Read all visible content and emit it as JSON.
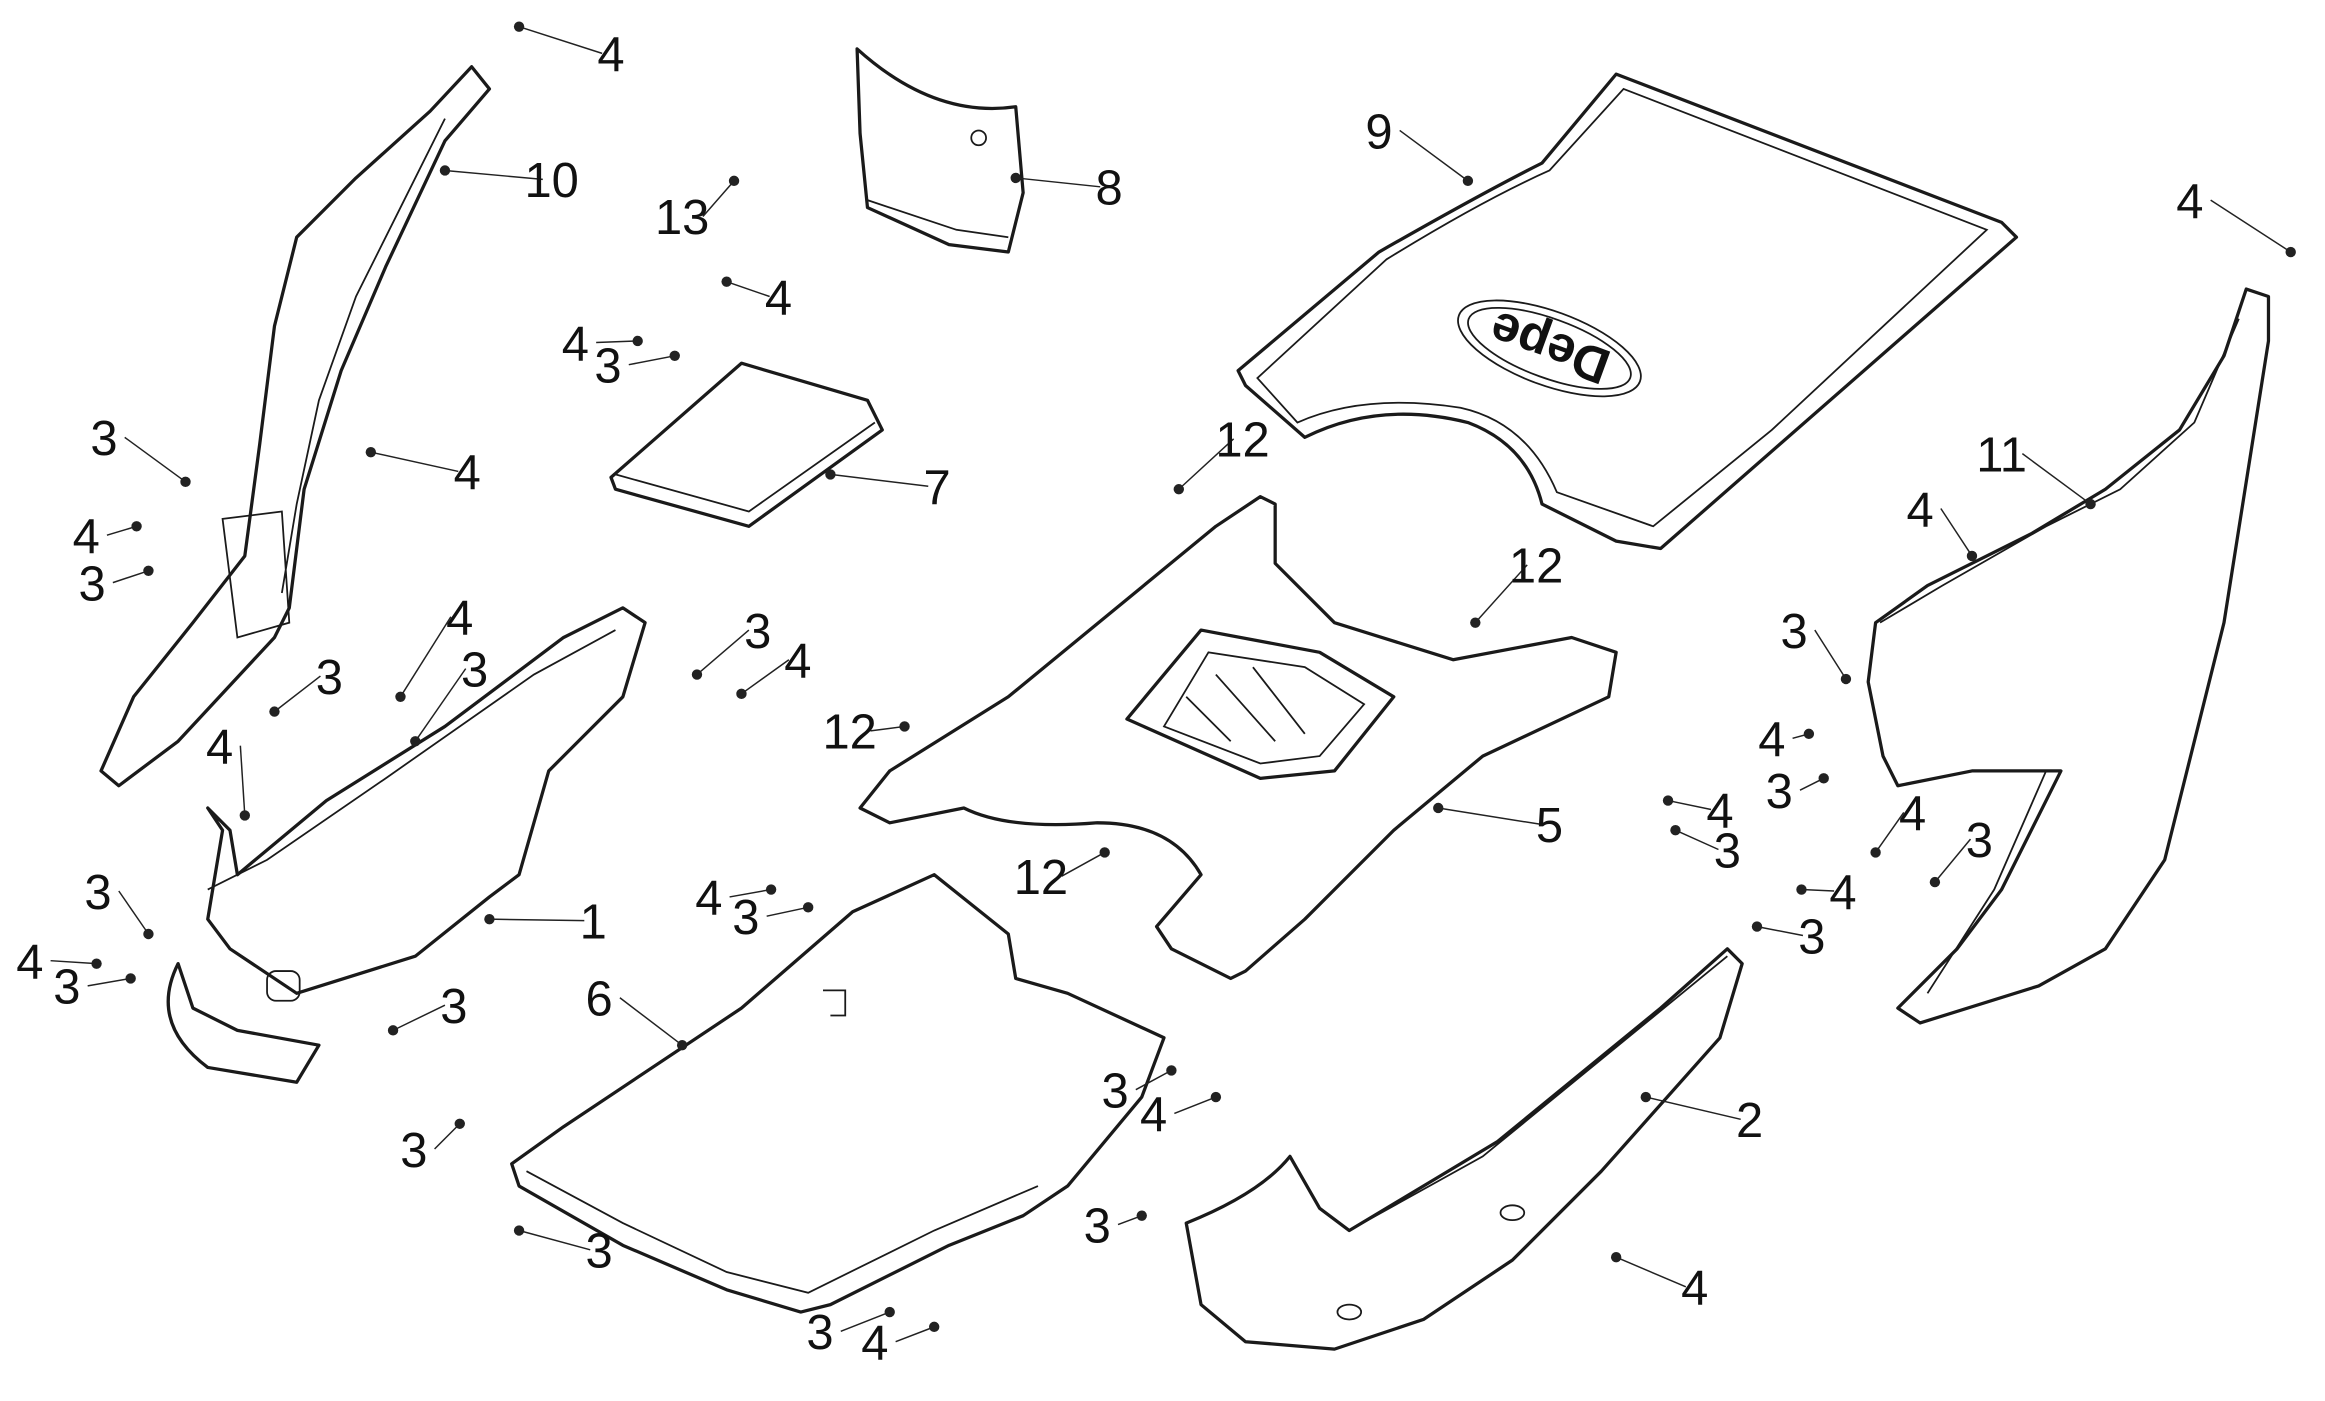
{
  "diagram": {
    "type": "exploded-parts-diagram",
    "logo_text": "Depe",
    "callouts": [
      "4",
      "10",
      "13",
      "8",
      "9",
      "4",
      "4",
      "3",
      "4",
      "7",
      "3",
      "4",
      "4",
      "3",
      "12",
      "11",
      "4",
      "12",
      "4",
      "3",
      "3",
      "4",
      "3",
      "3",
      "12",
      "4",
      "4",
      "3",
      "4",
      "3",
      "5",
      "4",
      "3",
      "12",
      "4",
      "3",
      "3",
      "1",
      "4",
      "3",
      "4",
      "3",
      "3",
      "6",
      "2",
      "3",
      "4",
      "3",
      "3",
      "3",
      "4",
      "3",
      "4"
    ]
  }
}
